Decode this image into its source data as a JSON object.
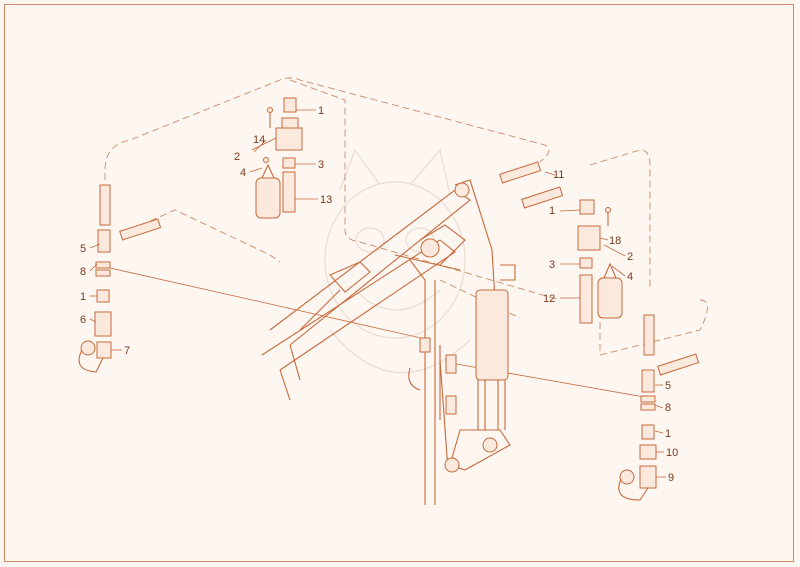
{
  "labels": {
    "l1a": "1",
    "l14": "14",
    "l2a": "2",
    "l3a": "3",
    "l4a": "4",
    "l13": "13",
    "l11": "11",
    "l1b": "1",
    "l18": "18",
    "l2b": "2",
    "l3b": "3",
    "l4b": "4",
    "l12": "12",
    "l5a": "5",
    "l8a": "8",
    "l1c": "1",
    "l6": "6",
    "l7": "7",
    "l5b": "5",
    "l8b": "8",
    "l1d": "1",
    "l10": "10",
    "l9": "9"
  },
  "colors": {
    "line": "#c86a3c",
    "background": "#fdf6f1",
    "label": "#7a3a1c"
  }
}
